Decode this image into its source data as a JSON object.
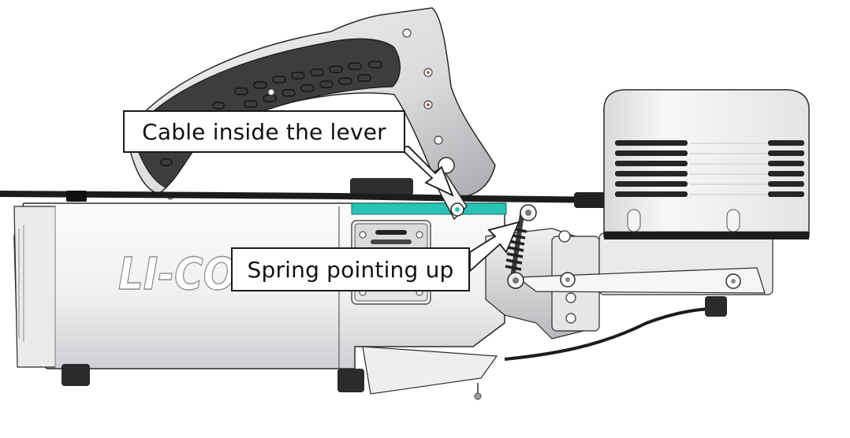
{
  "annotations": {
    "cable_callout": "Cable inside the lever",
    "spring_callout": "Spring pointing up"
  },
  "logo": {
    "text": "LI-CO"
  },
  "colors": {
    "accent_teal": "#27c3b4",
    "cable": "#1c1c1c",
    "body_light": "#f4f4f5",
    "body_shade": "#c9cacc",
    "grip_dark": "#3d3d3f",
    "outline": "#2a2a2a"
  }
}
